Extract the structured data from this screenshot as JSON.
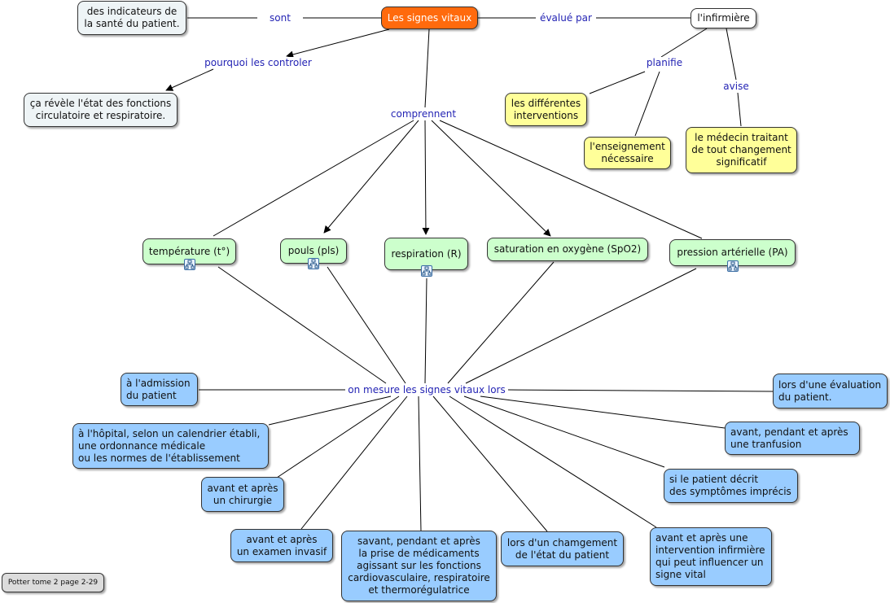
{
  "root": "Les signes vitaux",
  "links": {
    "sont": "sont",
    "evalue_par": "évalué par",
    "pourquoi": "pourquoi les controler",
    "comprennent": "comprennent",
    "planifie": "planifie",
    "avise": "avise",
    "on_mesure": "on mesure les signes vitaux lors"
  },
  "concepts": {
    "indicateurs": "des indicateurs de\nla santé du patient.",
    "infirmiere": "l'infirmière",
    "revele": "ça révèle l'état des fonctions\ncirculatoire et respiratoire.",
    "interventions": "les différentes\ninterventions",
    "enseignement": "l'enseignement\nnécessaire",
    "medecin": "le médecin traitant\nde tout changement\nsignificatif"
  },
  "vitals": {
    "temperature": "température (t°)",
    "pouls": "pouls (pls)",
    "respiration": "respiration (R)",
    "saturation": "saturation en oxygène (SpO2)",
    "pression": "pression artérielle (PA)"
  },
  "moments": {
    "admission": "à l'admission\ndu patient",
    "hopital": "à l'hôpital, selon un calendrier établi,\nune ordonnance médicale\nou les normes de l'établissement",
    "chirurgie": "avant et après\nun chirurgie",
    "examen": "avant et après\nun examen invasif",
    "medicaments": "savant, pendant et après\nla prise de médicaments\nagissant sur les fonctions\ncardiovasculaire, respiratoire\net thermorégulatrice",
    "changement": "lors d'un chamgement\nde l'état du patient",
    "intervention": "avant et après une\nintervention infirmière\nqui peut influencer un\nsigne vital",
    "symptomes": "si le patient décrit\ndes symptômes imprécis",
    "transfusion": "avant, pendant et après\nune tranfusion",
    "evaluation": "lors d'une évaluation\ndu patient."
  },
  "note": "Potter tome 2 page 2-29",
  "icons": [
    "submap-icon"
  ],
  "colors": {
    "root": "#ff6a0d",
    "link_text": "#2424b4",
    "yellow": "#ffff99",
    "green": "#ccffcc",
    "blue": "#99ccff",
    "grey": "#eef4f6"
  }
}
